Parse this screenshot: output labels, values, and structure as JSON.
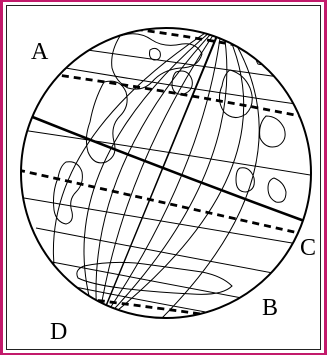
{
  "labels": {
    "a": "A",
    "b": "B",
    "c": "C",
    "d": "D"
  },
  "colors": {
    "frame": "#c21a6b",
    "ink": "#000000"
  }
}
